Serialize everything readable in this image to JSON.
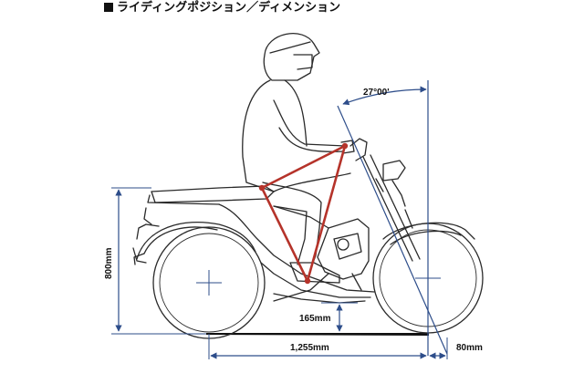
{
  "title": "ライディングポジション／ディメンション",
  "dimensions": {
    "angle": "27°00'",
    "seat_height": "800mm",
    "ground_clearance": "165mm",
    "wheelbase": "1,255mm",
    "trail": "80mm"
  },
  "colors": {
    "ergo_triangle": "#b5332a",
    "dimension_line": "#2d4d8a",
    "outline": "#2a2a2a"
  }
}
